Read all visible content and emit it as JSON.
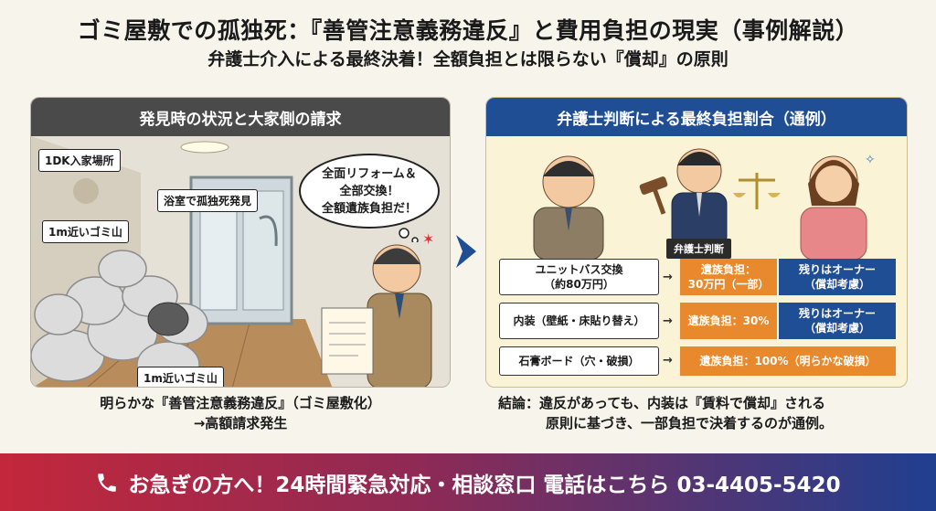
{
  "header": {
    "title": "ゴミ屋敷での孤独死：『善管注意義務違反』と費用負担の現実（事例解説）",
    "subtitle": "弁護士介入による最終決着！全額負担とは限らない『償却』の原則"
  },
  "left_panel": {
    "heading": "発見時の状況と大家側の請求",
    "labels": {
      "entry": "1DK入家場所",
      "bathroom": "浴室で孤独死発見",
      "trash_top": "1m近いゴミ山",
      "trash_bottom": "1m近いゴミ山"
    },
    "bubble": [
      "全面リフォーム＆",
      "全部交換！",
      "全額遺族負担だ！"
    ],
    "caption": [
      "明らかな『善管注意義務違反』（ゴミ屋敷化）",
      "→高額請求発生"
    ]
  },
  "right_panel": {
    "heading": "弁護士判断による最終負担割合（通例）",
    "lawyer_tag": "弁護士判断",
    "rows": [
      {
        "item": [
          "ユニットバス交換",
          "（約80万円）"
        ],
        "family": [
          "遺族負担：",
          "30万円（一部）"
        ],
        "owner": [
          "残りはオーナー",
          "（償却考慮）"
        ]
      },
      {
        "item": [
          "内装（壁紙・床貼り替え）"
        ],
        "family": [
          "遺族負担：30%"
        ],
        "owner": [
          "残りはオーナー",
          "（償却考慮）"
        ]
      },
      {
        "item": [
          "石膏ボード（穴・破損）"
        ],
        "family": [
          "遺族負担：100%（明らかな破損）"
        ]
      }
    ],
    "conclusion": [
      "結論：違反があっても、内装は『賃料で償却』される",
      "原則に基づき、一部負担で決着するのが通例。"
    ]
  },
  "footer": {
    "icon": "phone-icon",
    "text": "お急ぎの方へ！24時間緊急対応・相談窓口 電話はこちら 03-4405-5420"
  },
  "colors": {
    "dark_header": "#4a4a4a",
    "blue": "#1f4e94",
    "orange": "#e8892d",
    "red": "#c3273b"
  }
}
